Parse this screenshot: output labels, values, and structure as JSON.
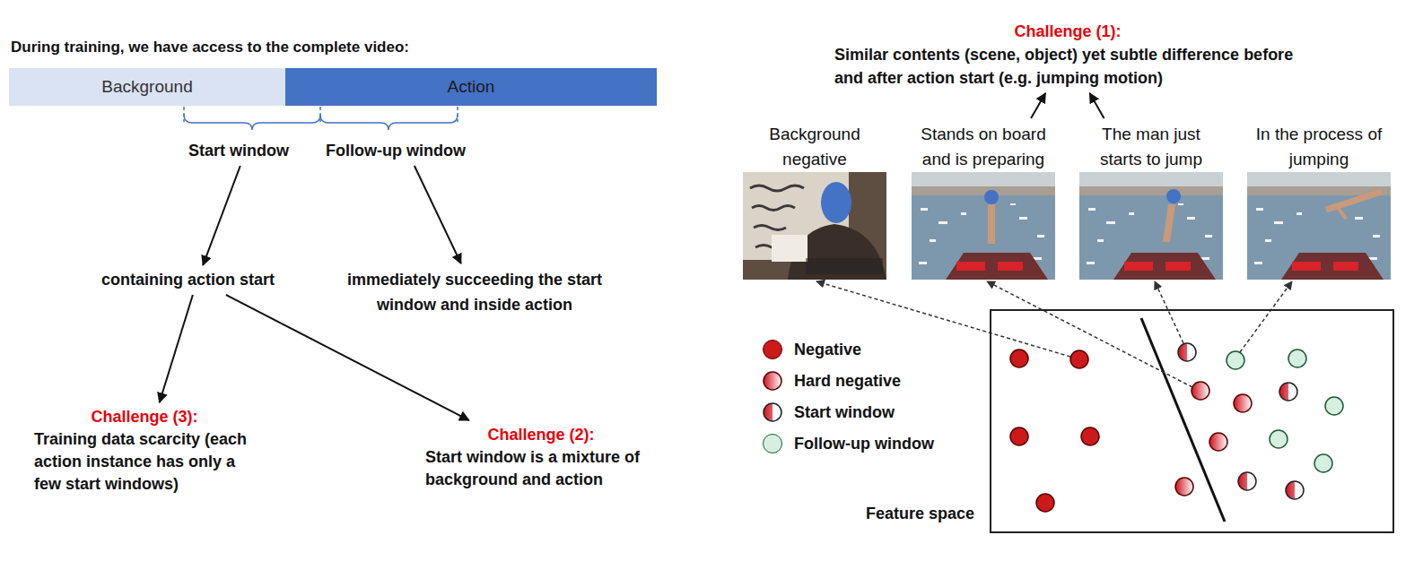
{
  "diagram": {
    "title": "During training, we have access to the complete video:",
    "nodes": [
      {
        "text": [
          "Background"
        ]
      },
      {
        "text": [
          "Action"
        ]
      },
      {
        "text": [
          "Start window"
        ]
      },
      {
        "text": [
          "Follow-up window"
        ]
      },
      {
        "text": [
          "containing action start"
        ]
      },
      {
        "text": [
          "immediately succeeding the start window and inside action"
        ]
      },
      {
        "text": [
          "Challenge (3):",
          "Training data scarcity (each action instance has only a few start windows)"
        ]
      },
      {
        "text": [
          "Challenge (2):",
          "Start window is a mixture of background and action"
        ]
      },
      {
        "text": [
          "Challenge (1):",
          "Similar contents (scene, object) yet subtle difference before and after action start (e.g. jumping motion)"
        ]
      },
      {
        "text": [
          "Background negative"
        ]
      },
      {
        "text": [
          "Stands on board and is preparing"
        ]
      },
      {
        "text": [
          "The man just starts to jump"
        ]
      },
      {
        "text": [
          "In the process of jumping"
        ]
      },
      {
        "text": [
          "Feature space"
        ]
      }
    ],
    "edges": [
      {
        "from": 2,
        "to": 4,
        "arrow": "to"
      },
      {
        "from": 3,
        "to": 5,
        "arrow": "to"
      },
      {
        "from": 4,
        "to": 6,
        "arrow": "to"
      },
      {
        "from": 4,
        "to": 7,
        "arrow": "to"
      },
      {
        "from": 10,
        "to": 8,
        "arrow": "to"
      },
      {
        "from": 11,
        "to": 8,
        "arrow": "to"
      }
    ],
    "legend": [
      {
        "text": "Negative",
        "color": "#cc1a1a"
      },
      {
        "text": "Hard negative"
      },
      {
        "text": "Start window"
      },
      {
        "text": "Follow-up window",
        "color": "#d5f0e0"
      }
    ]
  }
}
